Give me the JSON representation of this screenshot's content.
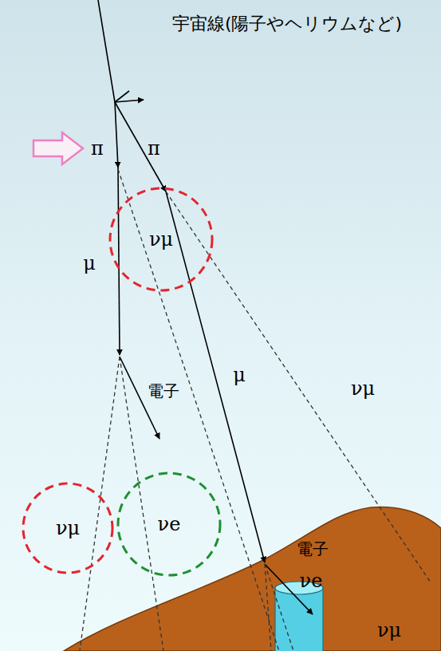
{
  "diagram": {
    "nodes": [
      {
        "text": [
          "νμ"
        ]
      },
      {
        "text": [
          "νμ"
        ]
      },
      {
        "text": [
          "νe"
        ]
      }
    ],
    "labels": [
      "宇宙線(陽子やヘリウムなど)",
      "π",
      "π",
      "μ",
      "μ",
      "νμ",
      "電子",
      "電子",
      "νe",
      "νμ"
    ]
  }
}
